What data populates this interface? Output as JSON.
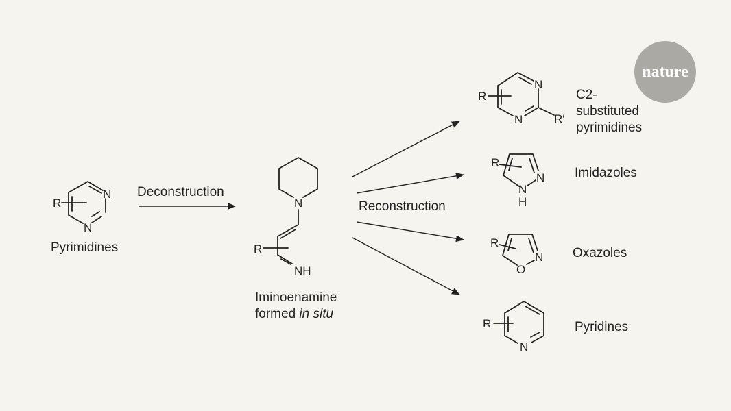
{
  "logo": {
    "text": "nature",
    "color": "#aaa9a4"
  },
  "background": "#f5f4ee",
  "start": {
    "label": "Pyrimidines",
    "atoms": {
      "r": "R",
      "n1": "N",
      "n2": "N"
    }
  },
  "step1": {
    "label": "Deconstruction"
  },
  "intermediate": {
    "label_line1": "Iminoenamine",
    "label_line2_prefix": "formed ",
    "label_line2_italic": "in situ",
    "atoms": {
      "n": "N",
      "r": "R",
      "nh": "NH"
    }
  },
  "step2": {
    "label": "Reconstruction"
  },
  "products": [
    {
      "label_lines": [
        "C2-",
        "substituted",
        "pyrimidines"
      ],
      "atoms": {
        "r": "R",
        "n1": "N",
        "n2": "N",
        "r2": "R′"
      }
    },
    {
      "label": "Imidazoles",
      "atoms": {
        "r": "R",
        "n": "N",
        "nh_n": "N",
        "nh_h": "H"
      }
    },
    {
      "label": "Oxazoles",
      "atoms": {
        "r": "R",
        "n": "N",
        "o": "O"
      }
    },
    {
      "label": "Pyridines",
      "atoms": {
        "r": "R",
        "n": "N"
      }
    }
  ]
}
